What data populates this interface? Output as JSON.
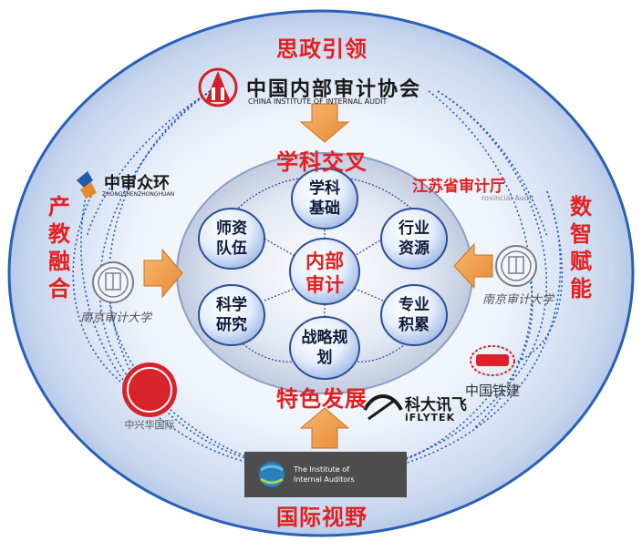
{
  "top_label": "思政引领",
  "bottom_label": "国际视野",
  "left_label": [
    "产",
    "教",
    "融",
    "合"
  ],
  "right_label": [
    "数",
    "智",
    "赋",
    "能"
  ],
  "inner_top_label": "学科交叉",
  "inner_bottom_label": "特色发展",
  "center_node": [
    "内部",
    "审计"
  ],
  "nodes": {
    "top": [
      "学科",
      "基础"
    ],
    "upper_left": [
      "师资",
      "队伍"
    ],
    "upper_right": [
      "行业",
      "资源"
    ],
    "lower_left": [
      "科学",
      "研究"
    ],
    "lower_right": [
      "专业",
      "积累"
    ],
    "bottom": [
      "战略规",
      "划"
    ]
  },
  "logos": {
    "ciia_cn": "中国内部审计协会",
    "ciia_en": "CHINA INSTITUTE OF INTERNAL AUDIT",
    "zhongshen_cn": "中审众环",
    "zhongshen_en": "ZHONGSHENZHONGHUAN",
    "jiangsu_audit": "江苏省审计厅",
    "jiangsu_audit_sub": "rovincial Audit",
    "nau_left_script": "南京审计大学",
    "nau_right_script": "南京审计大学",
    "cpa_cn": "中兴华国际",
    "crcc_cn": "中国铁建",
    "iflytek_cn": "科大讯飞",
    "iflytek_en": "iFLYTEK",
    "iia_line1": "The Institute of",
    "iia_line2": "Internal Auditors"
  },
  "colors": {
    "accent_red": "#e41f1f",
    "outer_blue": "#2a5fb8",
    "arrow_orange": "#f29c4a",
    "node_blue": "#4a78c8"
  }
}
